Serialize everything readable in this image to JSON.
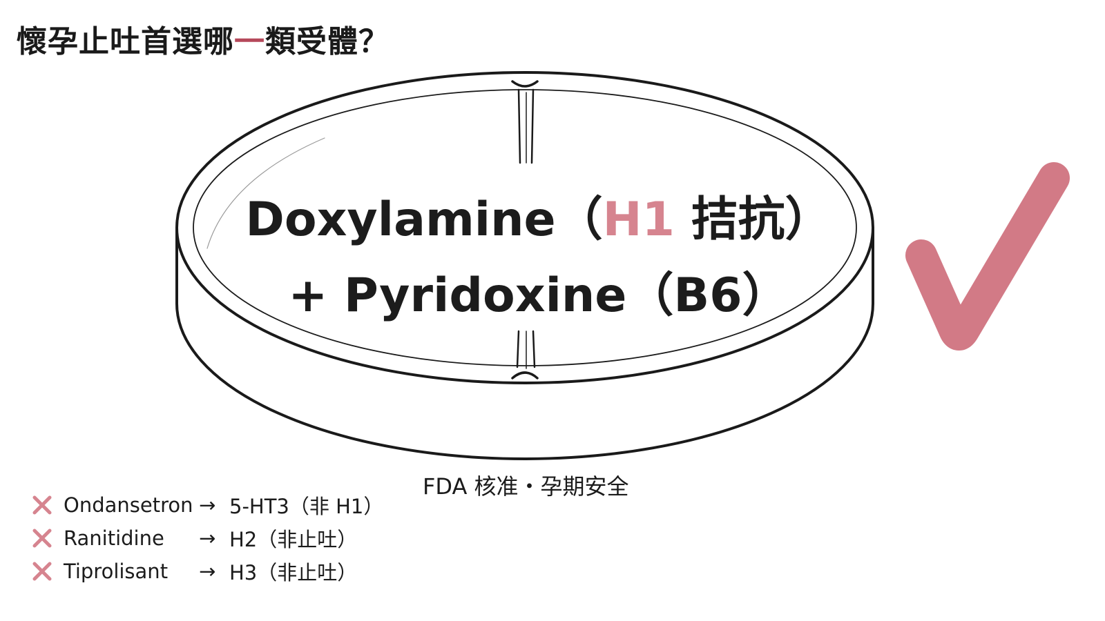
{
  "header": {
    "title_part1": "懷孕止吐首選哪",
    "title_dash": "一",
    "title_part2": "類受體？"
  },
  "tablet": {
    "line1_drug": "Doxylamine",
    "line1_open": "（",
    "line1_accent": "H1",
    "line1_rest": " 拮抗）",
    "line2": "+ Pyridoxine（B6）",
    "approval": "FDA 核准・孕期安全"
  },
  "wrong_options": [
    {
      "drug": "Ondansetron",
      "arrow": "→",
      "target": "5-HT3（非 H1）"
    },
    {
      "drug": "Ranitidine",
      "arrow": "→",
      "target": "H2（非止吐）"
    },
    {
      "drug": "Tiprolisant",
      "arrow": "→",
      "target": "H3（非止吐）"
    }
  ],
  "icons": {
    "correct": "checkmark-icon",
    "wrong": "x-mark-icon"
  },
  "colors": {
    "accent": "#d6848f",
    "check": "#d27a86",
    "title_dash": "#b5485a",
    "text": "#1c1c1c",
    "outline": "#1a1a1a"
  }
}
